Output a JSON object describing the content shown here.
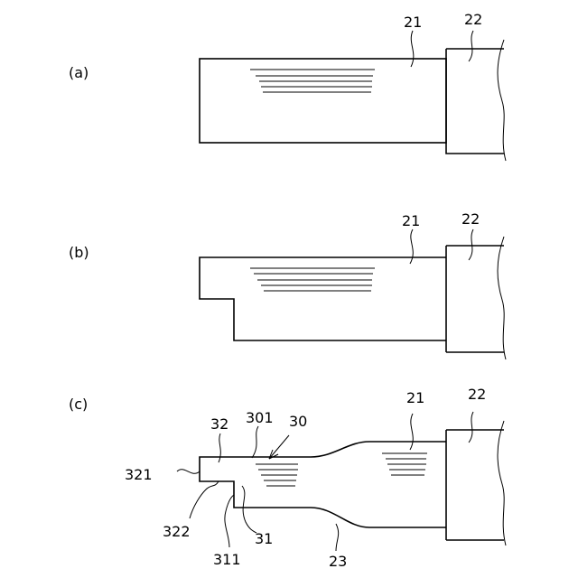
{
  "panels": {
    "a": {
      "tag": "(a)",
      "labels": {
        "tip": "21",
        "holder": "22"
      }
    },
    "b": {
      "tag": "(b)",
      "labels": {
        "tip": "21",
        "holder": "22"
      }
    },
    "c": {
      "tag": "(c)",
      "labels": {
        "tip": "21",
        "holder": "22",
        "neck": "23",
        "end_part": "30",
        "end_edge": "301",
        "lower_section": "31",
        "step_wall": "311",
        "upper_section": "32",
        "end_face": "321",
        "step_face": "322"
      }
    }
  }
}
